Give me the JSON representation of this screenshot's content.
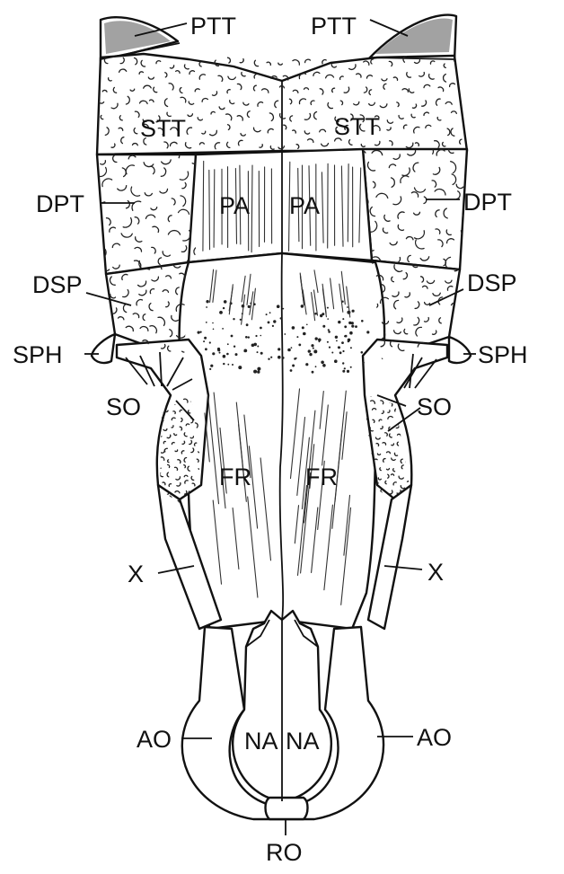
{
  "labels": {
    "ptt_left": "PTT",
    "ptt_right": "PTT",
    "stt_left": "STT",
    "stt_right": "STT",
    "pa_left": "PA",
    "pa_right": "PA",
    "dpt_left": "DPT",
    "dpt_right": "DPT",
    "dsp_left": "DSP",
    "dsp_right": "DSP",
    "sph_left": "SPH",
    "sph_right": "SPH",
    "so_left": "SO",
    "so_right": "SO",
    "fr_left": "FR",
    "fr_right": "FR",
    "x_left": "X",
    "x_right": "X",
    "na_left": "NA",
    "na_right": "NA",
    "ao_left": "AO",
    "ao_right": "AO",
    "ro": "RO"
  }
}
